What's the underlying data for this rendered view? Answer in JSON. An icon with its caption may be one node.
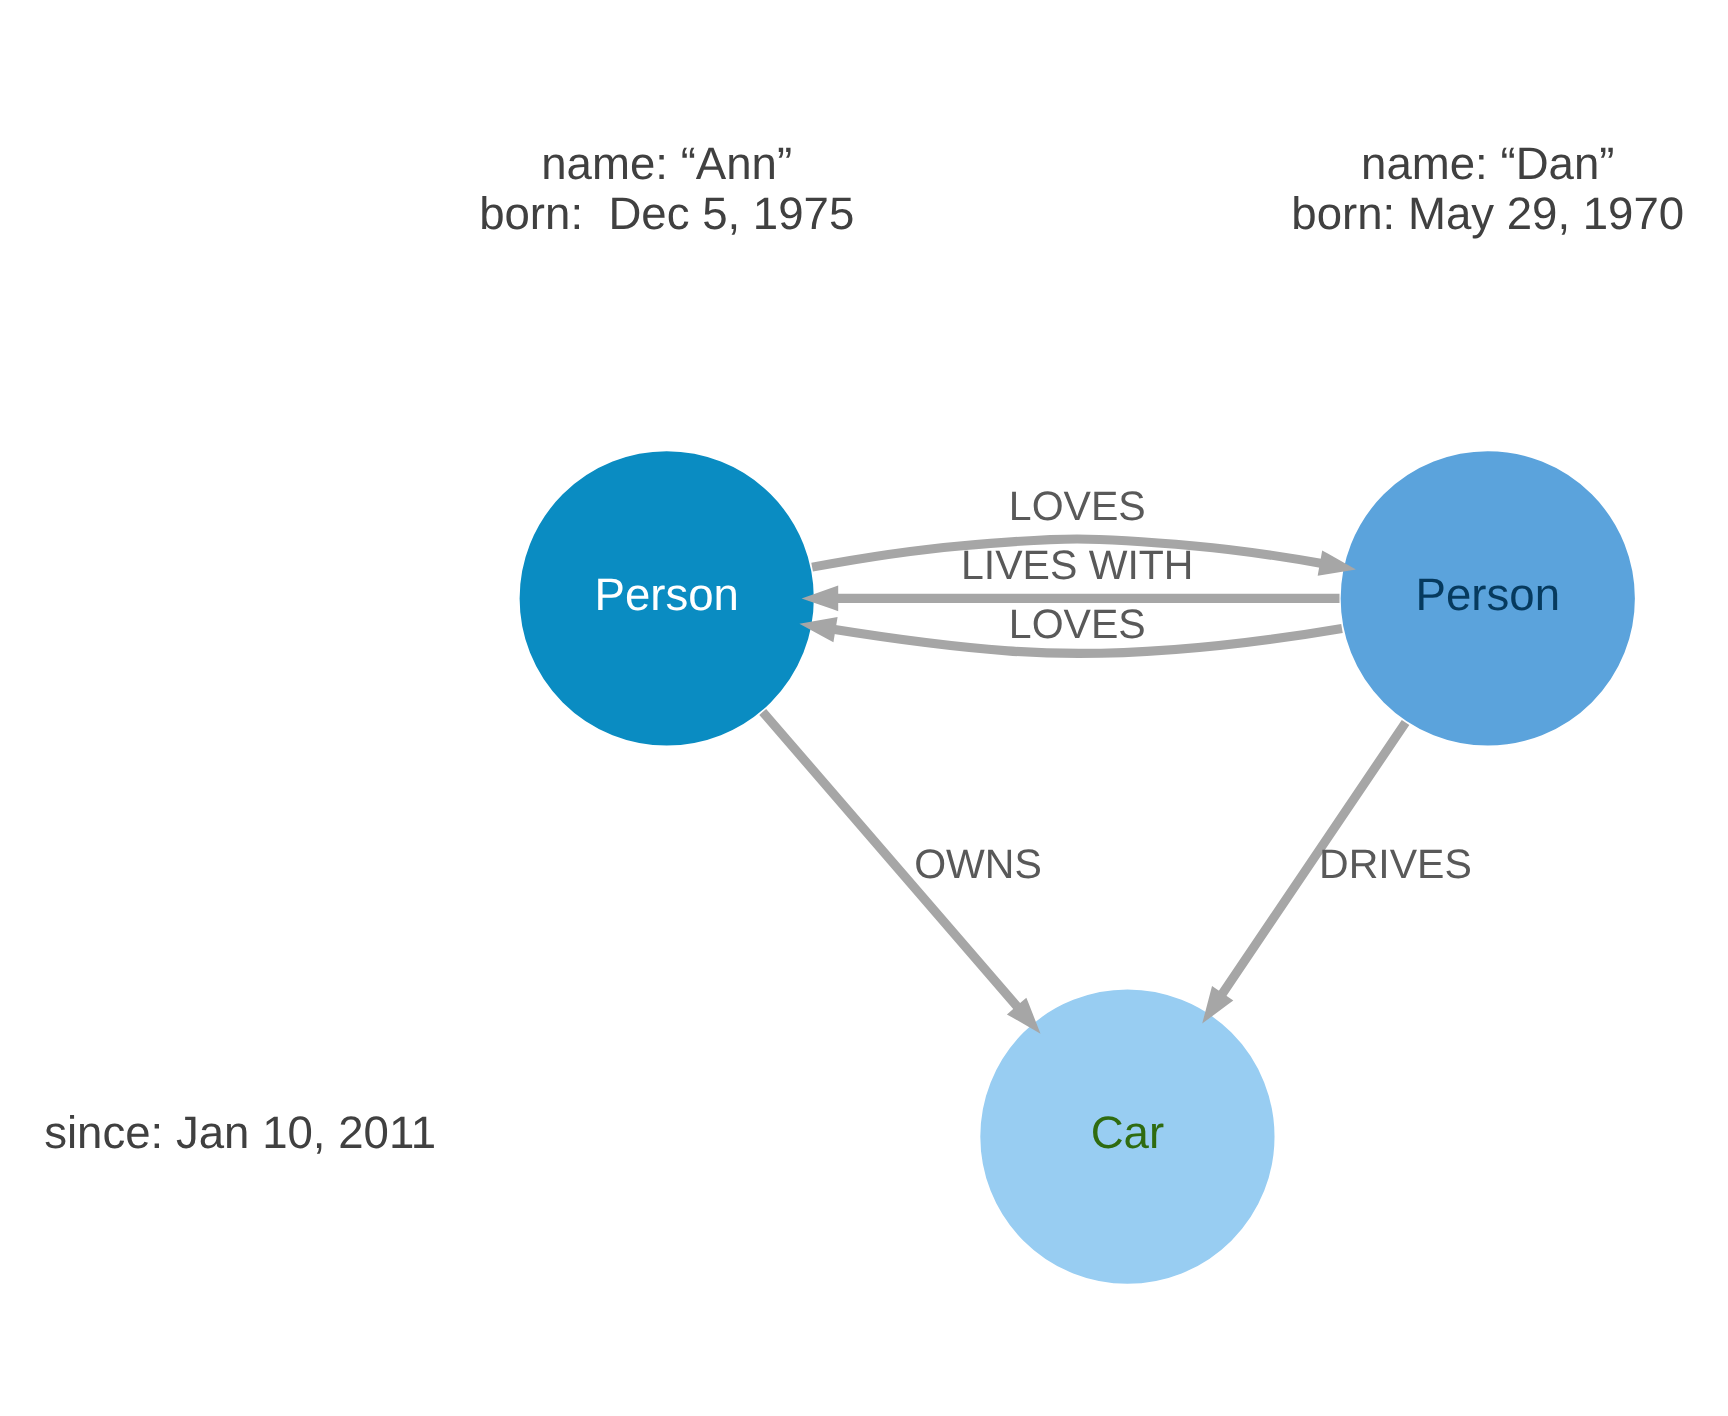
{
  "diagram": {
    "nodes": [
      {
        "text": [
          "Person"
        ],
        "beside": [
          "name: “Dan”",
          "born: May 29, 1970"
        ]
      },
      {
        "text": [
          "Person"
        ],
        "beside": [
          "name: “Ann”",
          "born:  Dec 5, 1975"
        ]
      },
      {
        "text": [
          "Car"
        ]
      }
    ],
    "edges": [
      {
        "from": 0,
        "to": 1,
        "arrow": "to",
        "label": "LOVES"
      },
      {
        "from": 1,
        "to": 0,
        "arrow": "to",
        "label": "LOVES"
      },
      {
        "from": 0,
        "to": 1,
        "arrow": "to",
        "label": "LIVES WITH"
      },
      {
        "from": 0,
        "to": 2,
        "arrow": "to",
        "label": "DRIVES"
      },
      {
        "from": 1,
        "to": 2,
        "arrow": "to",
        "label": "OWNS"
      }
    ],
    "labels": [
      "since: Jan 10, 2011"
    ]
  }
}
